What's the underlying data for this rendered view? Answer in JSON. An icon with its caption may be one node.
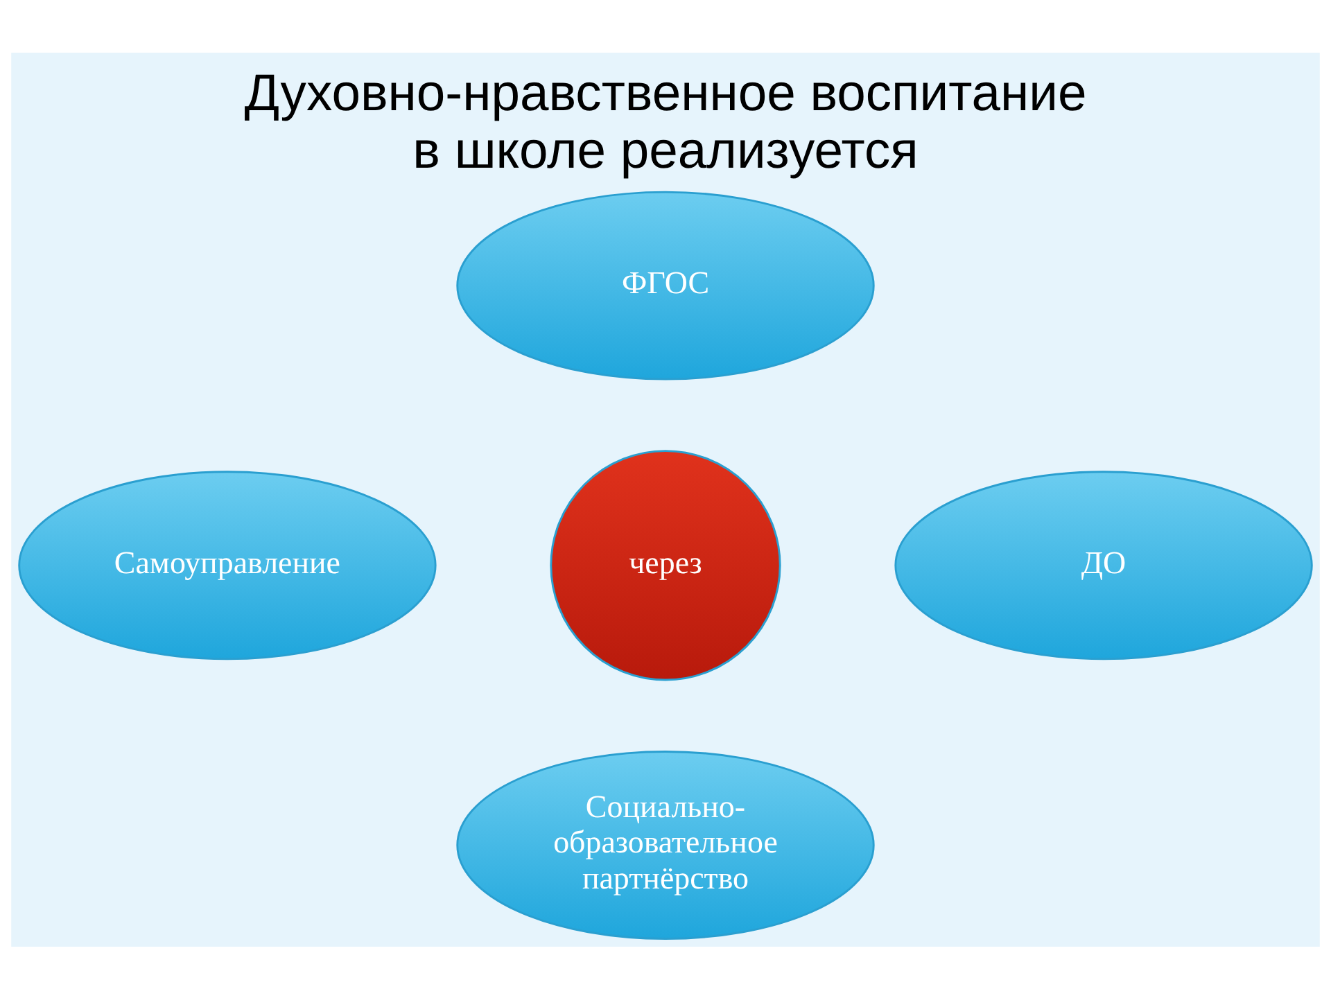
{
  "diagram": {
    "title": "Духовно-нравственное воспитание в школе реализуется",
    "nodes": [
      {
        "text": [
          "ФГОС"
        ]
      },
      {
        "text": [
          "Самоуправление"
        ]
      },
      {
        "text": [
          "через"
        ]
      },
      {
        "text": [
          "ДО"
        ]
      },
      {
        "text": [
          "Социально-образовательное партнёрство"
        ]
      }
    ]
  }
}
